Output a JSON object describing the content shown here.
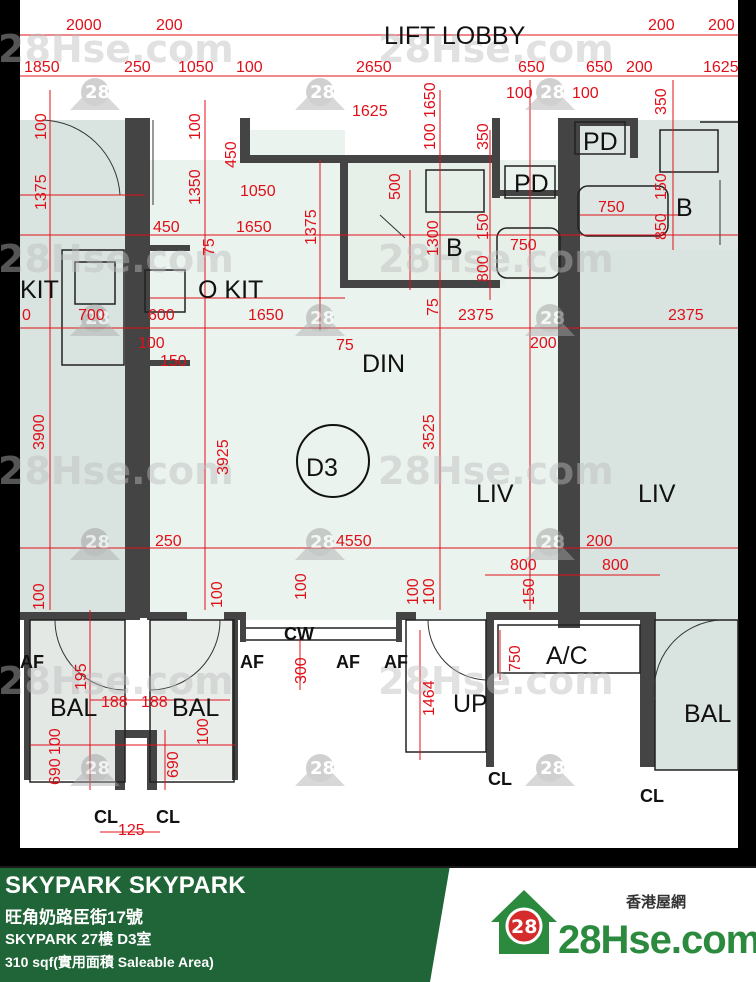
{
  "plan": {
    "title": "LIFT LOBBY",
    "unit_label": "D3",
    "rooms": {
      "din": "DIN",
      "liv_main": "LIV",
      "liv_right": "LIV",
      "kit_main": "O KIT",
      "kit_left": "KIT",
      "bath_main": "B",
      "bath_right": "B",
      "pd_a": "PD",
      "pd_b": "PD",
      "ac": "A/C",
      "bal_left": "BAL",
      "bal_mid": "BAL",
      "bal_right": "BAL",
      "up": "UP",
      "cw": "CW",
      "af1": "AF",
      "af2": "AF",
      "af3": "AF",
      "af4": "AF",
      "cl1": "CL",
      "cl2": "CL",
      "cl3": "CL",
      "cl4": "CL"
    },
    "dimensions": {
      "top_2000": "2000",
      "top_200a": "200",
      "top_200b": "200",
      "top_200c": "200",
      "top_1850": "1850",
      "top_250": "250",
      "top_1050": "1050",
      "top_100a": "100",
      "top_2650": "2650",
      "top_650a": "650",
      "top_650b": "650",
      "top_200d": "200",
      "top_1625a": "1625",
      "r_100a": "100",
      "r_100b": "100",
      "r_1625b": "1625",
      "v_1650": "1650",
      "v_350a": "350",
      "v_100c": "100",
      "v_350b": "350",
      "v_100d": "100",
      "v_1375a": "1375",
      "v_100e": "100",
      "v_450": "450",
      "v_1350": "1350",
      "h_1050": "1050",
      "v_500": "500",
      "h_750a": "750",
      "v_150a": "150",
      "v_850": "850",
      "h_450": "450",
      "h_1650a": "1650",
      "v_1375b": "1375",
      "v_75a": "75",
      "v_1300": "1300",
      "v_150b": "150",
      "h_750b": "750",
      "v_800": "800",
      "h_700": "700",
      "h_600": "600",
      "h_1650b": "1650",
      "v_75b": "75",
      "h_2375a": "2375",
      "h_2375b": "2375",
      "h_0": "0",
      "v_75c": "75",
      "h_100": "100",
      "h_150": "150",
      "h_200": "200",
      "v_3900": "3900",
      "v_3925": "3925",
      "v_3525": "3525",
      "h_250": "250",
      "h_4550": "4550",
      "h_200b": "200",
      "h_800a": "800",
      "h_800b": "800",
      "v_150c": "150",
      "v_100f": "100",
      "v_100g": "100",
      "v_100h": "100",
      "v_100i": "100",
      "v_100j": "100",
      "v_195": "195",
      "v_300": "300",
      "v_750": "750",
      "v_1464": "1464",
      "h_188a": "188",
      "h_188b": "188",
      "v_100k": "100",
      "v_100l": "100",
      "v_690a": "690",
      "v_690b": "690",
      "h_125": "125"
    },
    "watermark_text": "28Hse.com",
    "watermark_badge": "28"
  },
  "footer": {
    "project": "SKYPARK SKYPARK",
    "address": "旺角奶路臣街17號",
    "unit": "SKYPARK 27樓 D3室",
    "area": "310 sqf(實用面積 Saleable Area)",
    "brand_tagline": "香港屋網",
    "brand_name": "28Hse.com",
    "brand_badge": "28"
  },
  "colors": {
    "dimension_red": "#e0101a",
    "unit_fill": "#eaf3ee",
    "neighbor_fill": "#d9e3df",
    "wall_dark": "#444444",
    "footer_green": "#1f6537",
    "brand_green": "#2b8a3e",
    "brand_red": "#d62b2b"
  }
}
